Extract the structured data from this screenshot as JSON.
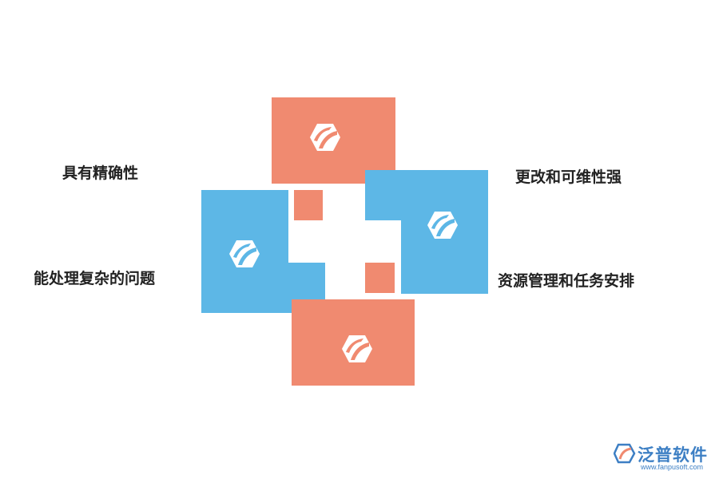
{
  "labels": {
    "top_left": "具有精确性",
    "bottom_left": "能处理复杂的问题",
    "top_right": "更改和可维性强",
    "bottom_right": "资源管理和任务安排"
  },
  "colors": {
    "salmon": "#f08a70",
    "blue": "#5db7e6",
    "icon": "#ffffff"
  },
  "icons": [
    "leaf-logo-icon",
    "leaf-logo-icon",
    "leaf-logo-icon",
    "leaf-logo-icon"
  ],
  "brand": {
    "name": "泛普软件",
    "url": "www.fanpusoft.com"
  }
}
